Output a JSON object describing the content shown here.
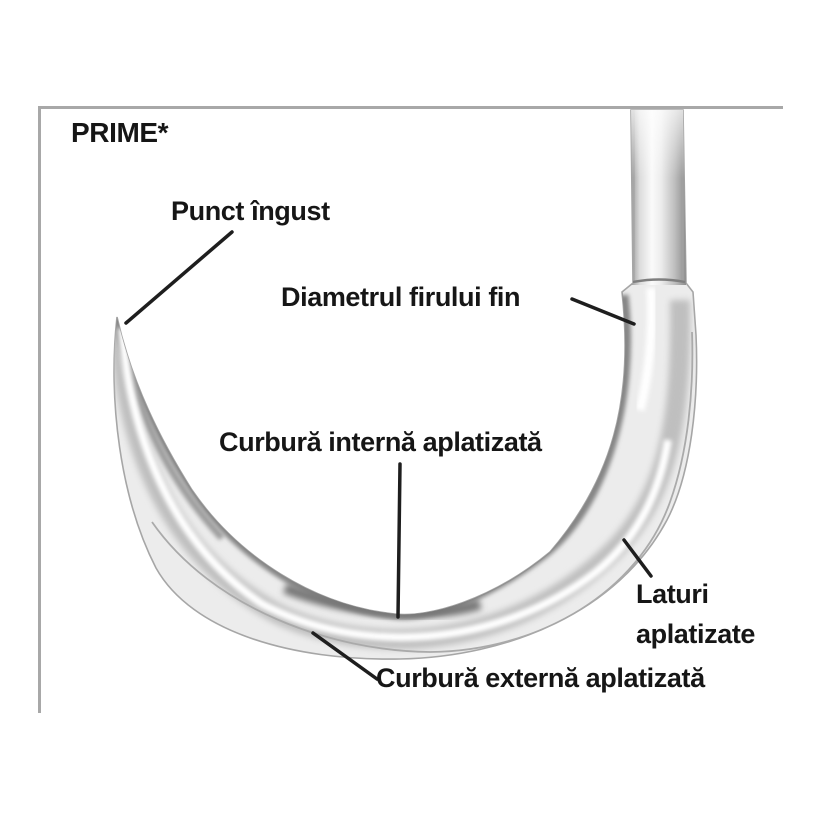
{
  "labels": {
    "title": "PRIME*",
    "narrow_point": "Punct îngust",
    "wire_diameter": "Diametrul firului fin",
    "inner_curve": "Curbură internă aplatizată",
    "sides_line1": "Laturi",
    "sides_line2": "aplatizate",
    "outer_curve": "Curbură externă aplatizată"
  },
  "colors": {
    "text": "#161616",
    "leader_line": "#1e1e1e",
    "frame_border": "#a8a8a8",
    "background": "#ffffff",
    "needle_base": "#ececec",
    "needle_edge": "#a6a6a6",
    "needle_shadow": "#858585",
    "needle_highlight": "#ffffff"
  }
}
